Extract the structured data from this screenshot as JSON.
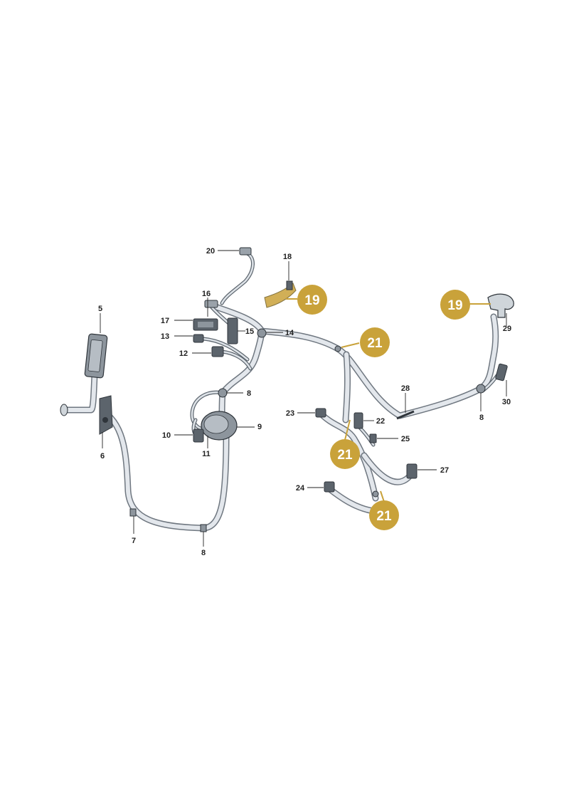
{
  "parts": [
    {
      "id": "p5",
      "label": "5"
    },
    {
      "id": "p6",
      "label": "6"
    },
    {
      "id": "p7",
      "label": "7"
    },
    {
      "id": "p8a",
      "label": "8"
    },
    {
      "id": "p8b",
      "label": "8"
    },
    {
      "id": "p8c",
      "label": "8"
    },
    {
      "id": "p9",
      "label": "9"
    },
    {
      "id": "p10",
      "label": "10"
    },
    {
      "id": "p11",
      "label": "11"
    },
    {
      "id": "p12",
      "label": "12"
    },
    {
      "id": "p13",
      "label": "13"
    },
    {
      "id": "p14",
      "label": "14"
    },
    {
      "id": "p15",
      "label": "15"
    },
    {
      "id": "p16",
      "label": "16"
    },
    {
      "id": "p17",
      "label": "17"
    },
    {
      "id": "p18",
      "label": "18"
    },
    {
      "id": "p20",
      "label": "20"
    },
    {
      "id": "p22",
      "label": "22"
    },
    {
      "id": "p23",
      "label": "23"
    },
    {
      "id": "p24",
      "label": "24"
    },
    {
      "id": "p25",
      "label": "25"
    },
    {
      "id": "p27",
      "label": "27"
    },
    {
      "id": "p28",
      "label": "28"
    },
    {
      "id": "p29",
      "label": "29"
    },
    {
      "id": "p30",
      "label": "30"
    }
  ],
  "badges": [
    {
      "id": "b19a",
      "label": "19"
    },
    {
      "id": "b19b",
      "label": "19"
    },
    {
      "id": "b21a",
      "label": "21"
    },
    {
      "id": "b21b",
      "label": "21"
    },
    {
      "id": "b21c",
      "label": "21"
    }
  ],
  "colors": {
    "badge": "#c9a23a",
    "wire": "#e3e7ec",
    "wire_outline": "#6f7780",
    "text": "#222222"
  }
}
